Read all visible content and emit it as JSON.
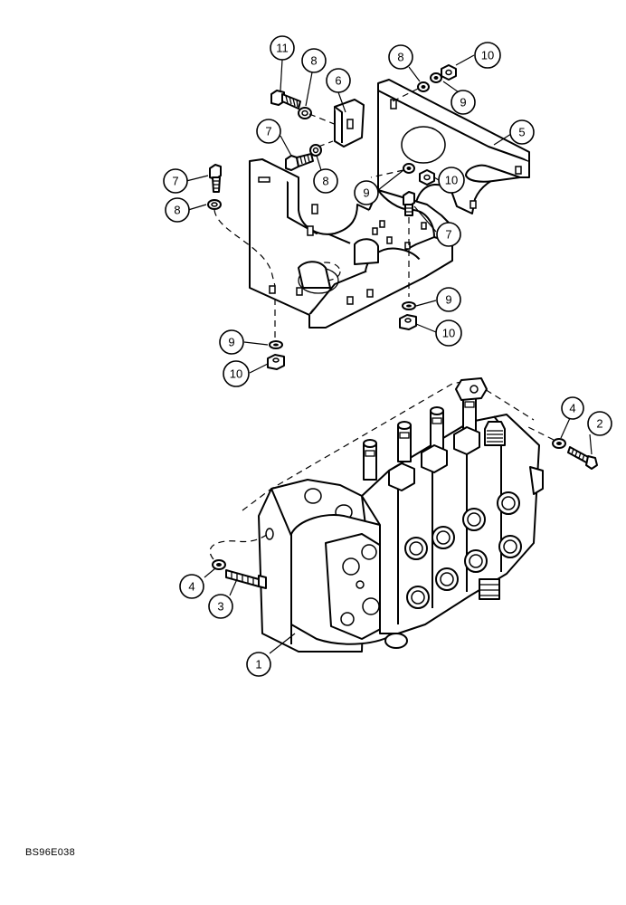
{
  "figure_code": "BS96E038",
  "callouts": [
    {
      "id": "c11",
      "label": "11"
    },
    {
      "id": "c8a",
      "label": "8"
    },
    {
      "id": "c6",
      "label": "6"
    },
    {
      "id": "c8b",
      "label": "8"
    },
    {
      "id": "c10a",
      "label": "10"
    },
    {
      "id": "c9a",
      "label": "9"
    },
    {
      "id": "c5",
      "label": "5"
    },
    {
      "id": "c7a",
      "label": "7"
    },
    {
      "id": "c8c",
      "label": "8"
    },
    {
      "id": "c7b",
      "label": "7"
    },
    {
      "id": "c8d",
      "label": "8"
    },
    {
      "id": "c9b",
      "label": "9"
    },
    {
      "id": "c10b",
      "label": "10"
    },
    {
      "id": "c7c",
      "label": "7"
    },
    {
      "id": "c9c",
      "label": "9"
    },
    {
      "id": "c10c",
      "label": "10"
    },
    {
      "id": "c9d",
      "label": "9"
    },
    {
      "id": "c10d",
      "label": "10"
    },
    {
      "id": "c4a",
      "label": "4"
    },
    {
      "id": "c2",
      "label": "2"
    },
    {
      "id": "c4b",
      "label": "4"
    },
    {
      "id": "c3",
      "label": "3"
    },
    {
      "id": "c1",
      "label": "1"
    }
  ]
}
